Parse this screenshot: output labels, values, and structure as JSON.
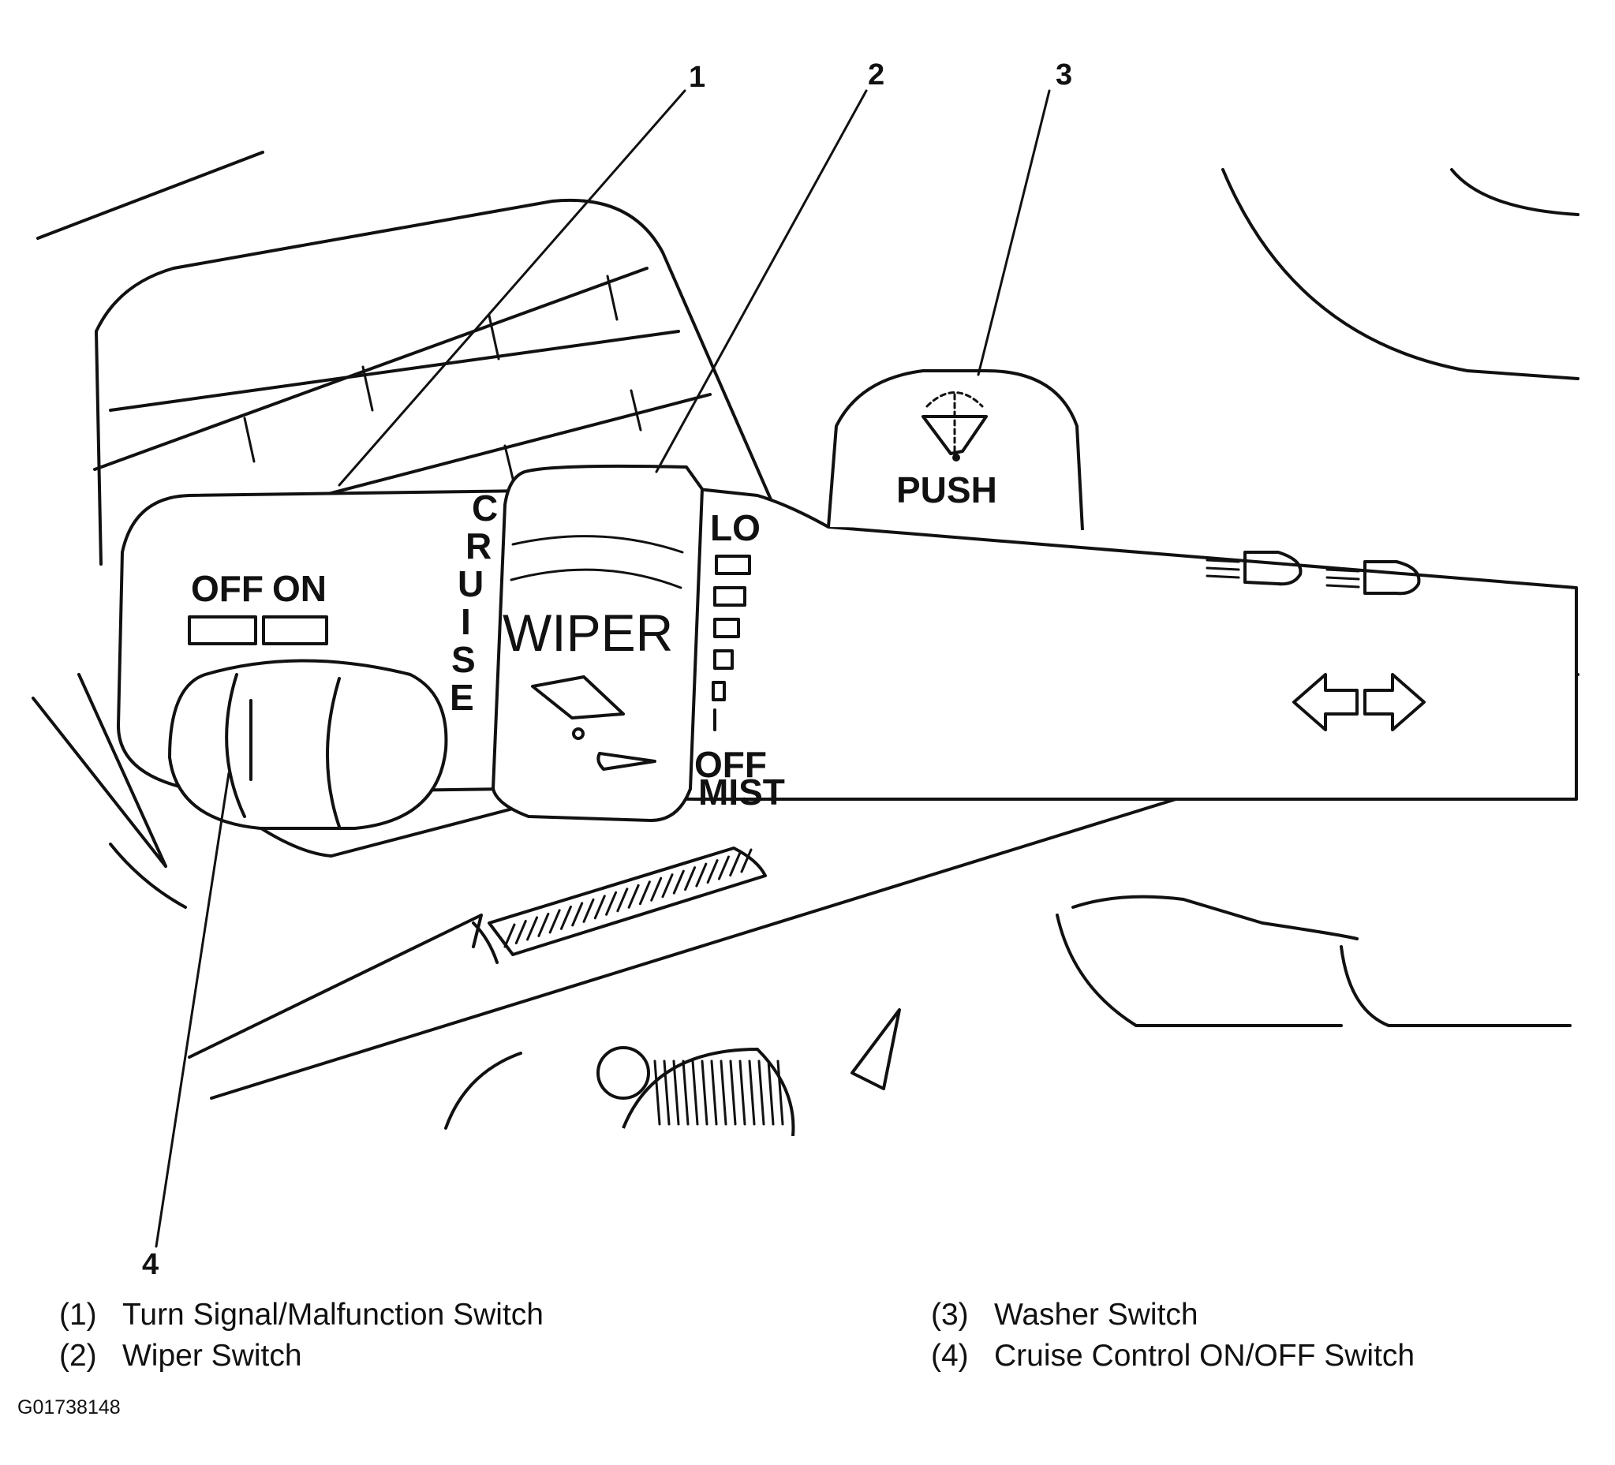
{
  "figure": {
    "callouts": [
      "1",
      "2",
      "3",
      "4"
    ],
    "switch_labels": {
      "cruise_vertical": [
        "C",
        "R",
        "U",
        "I",
        "S",
        "E"
      ],
      "off": "OFF",
      "on": "ON",
      "wiper": "WIPER",
      "push": "PUSH",
      "lo": "LO",
      "off_position": "OFF",
      "mist": "MIST"
    },
    "icons": [
      "wiper-blade-icon",
      "washer-wiper-icon",
      "headlamp-beam-icon",
      "turn-signal-arrows-icon"
    ]
  },
  "legend": [
    {
      "num": "(1)",
      "text": "Turn Signal/Malfunction Switch"
    },
    {
      "num": "(2)",
      "text": "Wiper Switch"
    },
    {
      "num": "(3)",
      "text": "Washer Switch"
    },
    {
      "num": "(4)",
      "text": "Cruise Control ON/OFF Switch"
    }
  ],
  "figure_code": "G01738148"
}
